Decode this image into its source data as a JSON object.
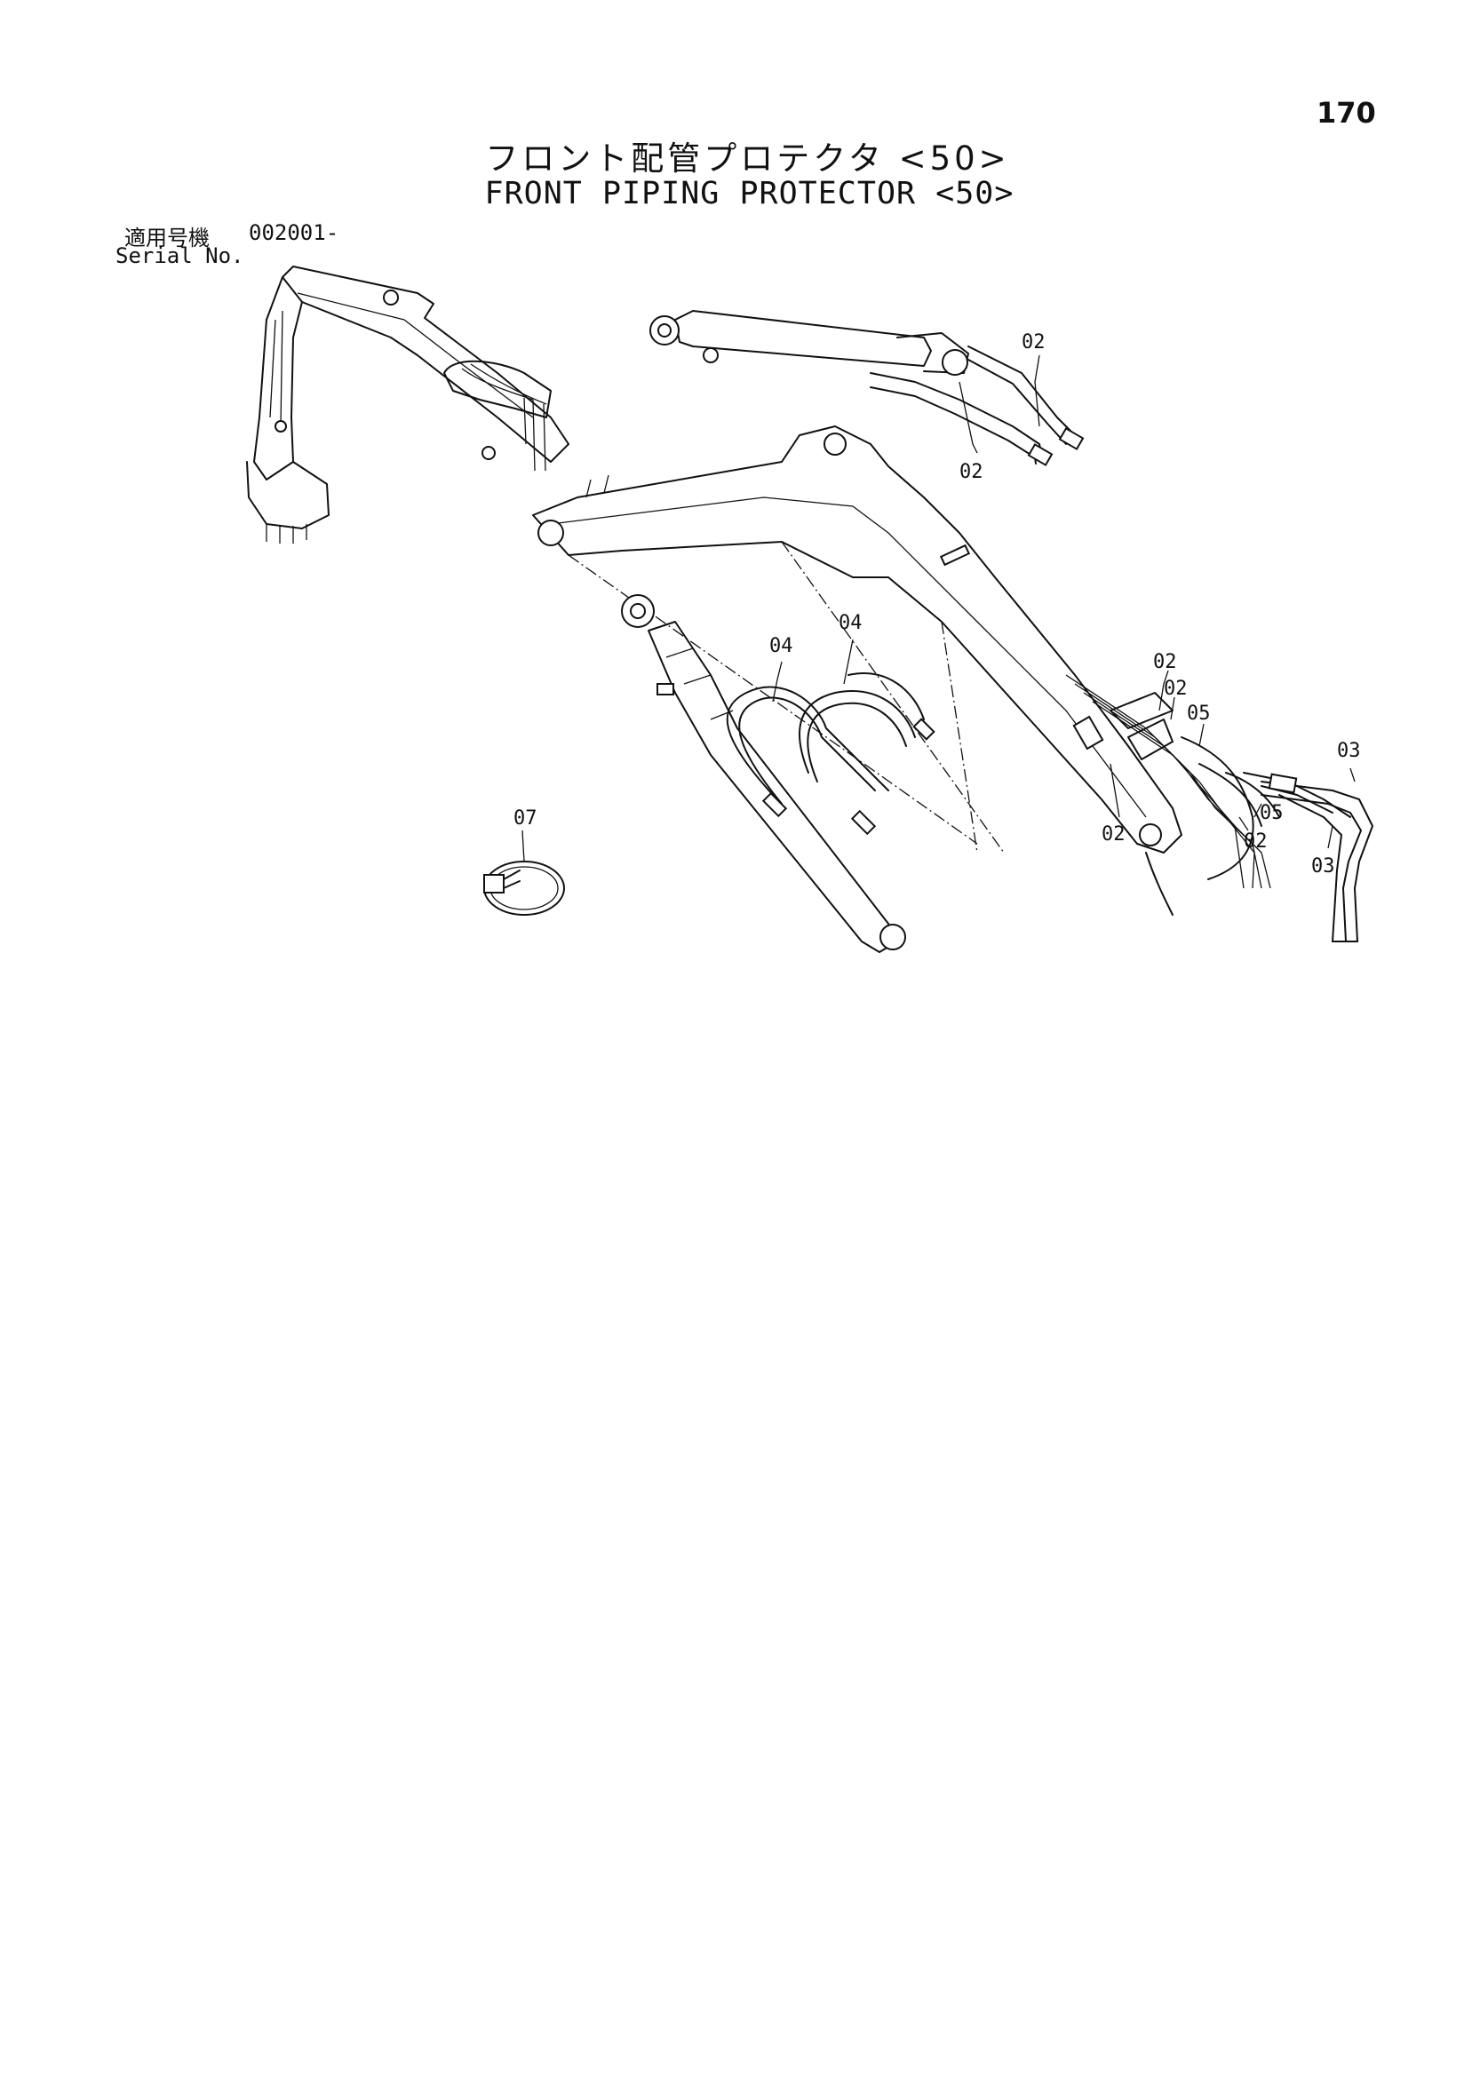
{
  "page_number": "170",
  "title_jp": "フロント配管プロテクタ <50>",
  "title_en": "FRONT PIPING PROTECTOR <50>",
  "serial": {
    "label_jp": "適用号機",
    "value": "002001-",
    "label_en": "Serial No."
  },
  "callouts": {
    "c1": "02",
    "c2": "02",
    "c3": "04",
    "c4": "04",
    "c5": "02",
    "c6": "02",
    "c7": "05",
    "c8": "03",
    "c9": "05",
    "c10": "02",
    "c11": "02",
    "c12": "03",
    "c13": "07"
  }
}
